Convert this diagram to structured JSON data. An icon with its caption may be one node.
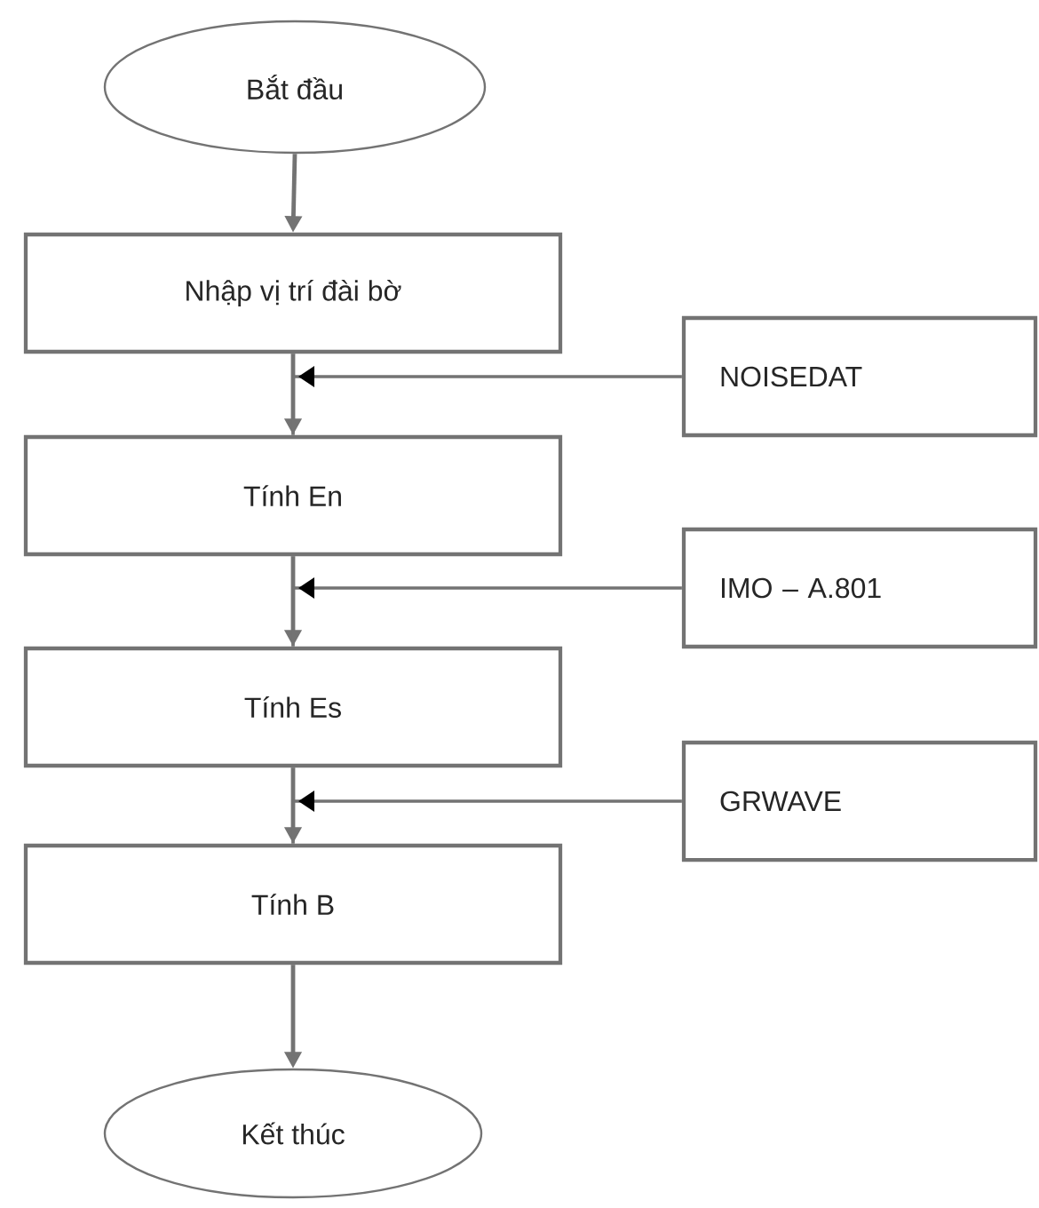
{
  "diagram": {
    "nodes": [
      {
        "text": [
          "Bắt đầu"
        ]
      },
      {
        "text": [
          "Nhập vị trí đài bờ"
        ]
      },
      {
        "text": [
          "Tính En"
        ]
      },
      {
        "text": [
          "Tính Es"
        ]
      },
      {
        "text": [
          "Tính B"
        ]
      },
      {
        "text": [
          "Kết thúc"
        ]
      },
      {
        "text": [
          "NOISEDAT"
        ]
      },
      {
        "text": [
          "IMO – A.801"
        ]
      },
      {
        "text": [
          "GRWAVE"
        ]
      }
    ],
    "edges": [
      {
        "from": 0,
        "to": 1,
        "arrow": "to"
      },
      {
        "from": 1,
        "to": 2,
        "arrow": "to"
      },
      {
        "from": 2,
        "to": 3,
        "arrow": "to"
      },
      {
        "from": 3,
        "to": 4,
        "arrow": "to"
      },
      {
        "from": 4,
        "to": 5,
        "arrow": "to"
      },
      {
        "from": 6,
        "to": 2,
        "arrow": "to"
      },
      {
        "from": 7,
        "to": 3,
        "arrow": "to"
      },
      {
        "from": 8,
        "to": 4,
        "arrow": "to"
      }
    ]
  }
}
